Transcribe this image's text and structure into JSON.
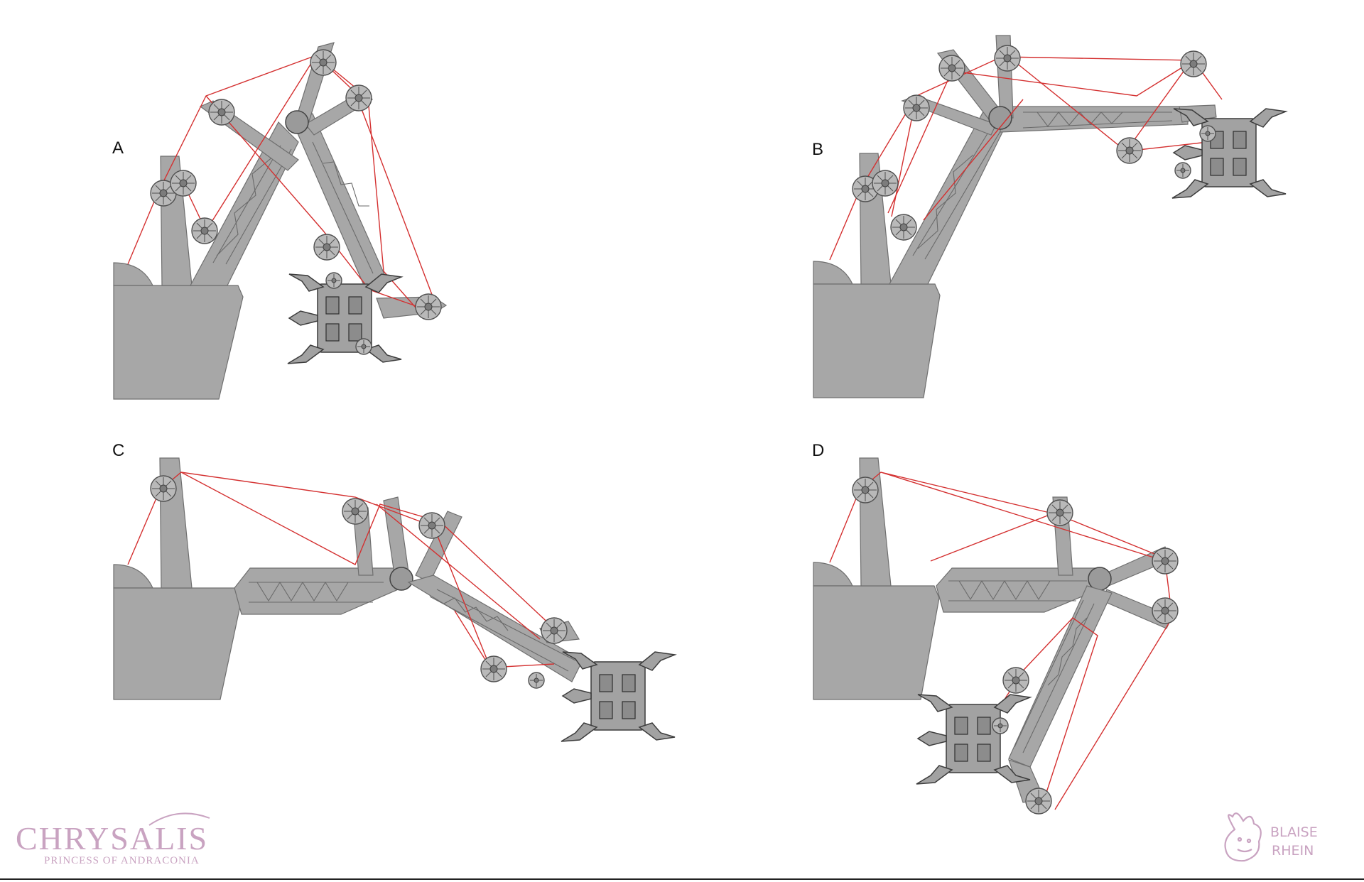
{
  "panels": [
    {
      "label": "A"
    },
    {
      "label": "B"
    },
    {
      "label": "C"
    },
    {
      "label": "D"
    }
  ],
  "branding": {
    "title": "CHRYSALIS",
    "subtitle": "PRINCESS OF ANDRACONIA",
    "color": "#c9a3c1"
  },
  "signature": {
    "line1": "BLAISE",
    "line2": "RHEIN",
    "color": "#c9a3c1"
  },
  "colors": {
    "machine": "#a7a7a7",
    "cable": "#d43030",
    "outline": "#6f6f6f"
  }
}
